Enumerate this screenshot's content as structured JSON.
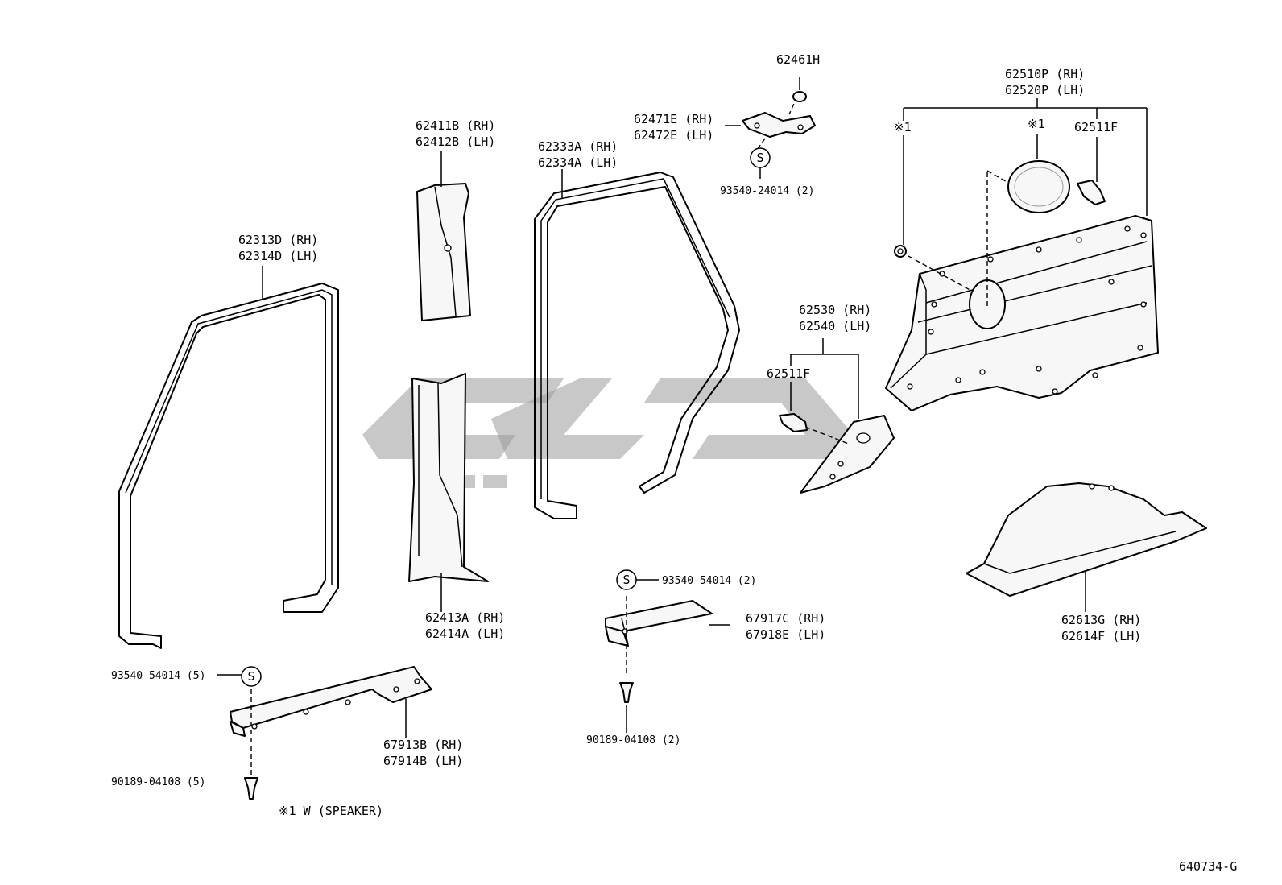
{
  "diagram": {
    "code": "640734-G",
    "footnote": "※1 W (SPEAKER)",
    "screw_symbol": "S"
  },
  "labels": {
    "p62461": "62461H",
    "p62471": [
      "62471E (RH)",
      "62472E (LH)"
    ],
    "p93540_24014": "93540-24014 (2)",
    "p62510": [
      "62510P (RH)",
      "62520P (LH)"
    ],
    "note1_left": "※1",
    "note1_right": "※1",
    "p62511_top": "62511F",
    "p62411": [
      "62411B (RH)",
      "62412B (LH)"
    ],
    "p62333": [
      "62333A (RH)",
      "62334A (LH)"
    ],
    "p62313": [
      "62313D (RH)",
      "62314D (LH)"
    ],
    "p62530": [
      "62530 (RH)",
      "62540 (LH)"
    ],
    "p62511_mid": "62511F",
    "p93540_54014_2": "93540-54014 (2)",
    "p62413": [
      "62413A (RH)",
      "62414A (LH)"
    ],
    "p67917": [
      "67917C (RH)",
      "67918E (LH)"
    ],
    "p62613": [
      "62613G (RH)",
      "62614F (LH)"
    ],
    "p93540_54014_5": "93540-54014 (5)",
    "p67913": [
      "67913B (RH)",
      "67914B (LH)"
    ],
    "p90189_2": "90189-04108 (2)",
    "p90189_5": "90189-04108 (5)"
  }
}
